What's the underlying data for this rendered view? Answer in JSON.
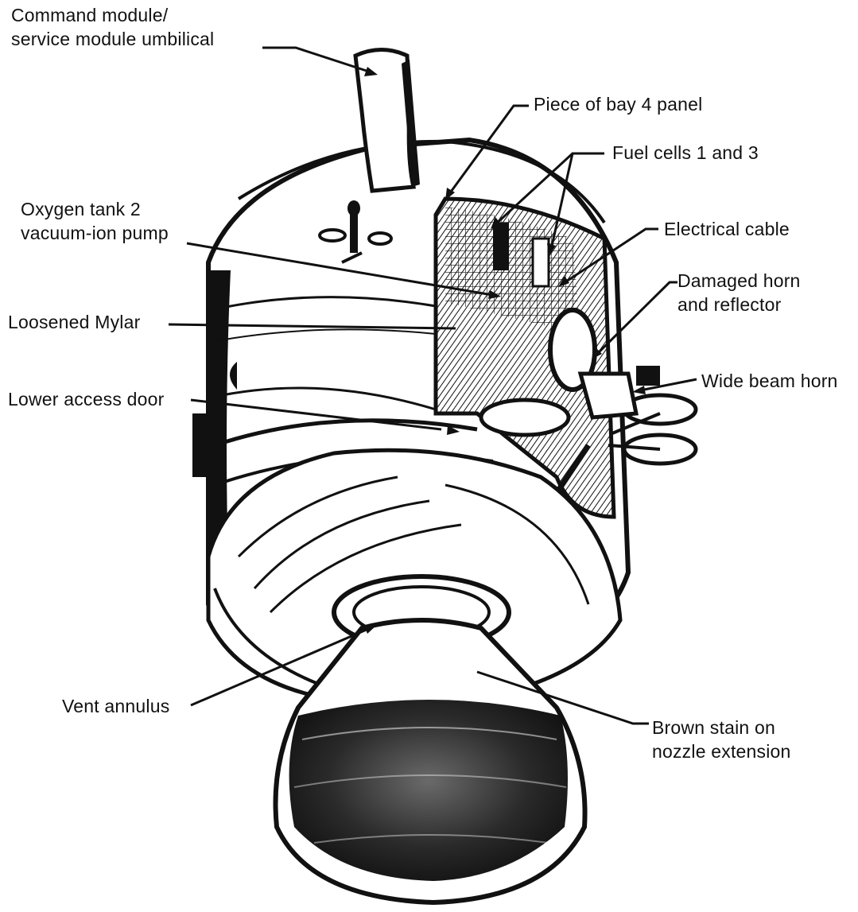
{
  "colors": {
    "ink": "#111111",
    "paper": "#ffffff",
    "shade": "#3a3a3a"
  },
  "labels": {
    "cm_sm_umbilical": {
      "line1": "Command module/",
      "line2": "service module umbilical"
    },
    "bay4_panel": {
      "line1": "Piece of bay 4 panel"
    },
    "fuel_cells": {
      "line1": "Fuel cells 1 and 3"
    },
    "oxygen_pump": {
      "line1": "Oxygen tank 2",
      "line2": "vacuum-ion pump"
    },
    "electrical_cable": {
      "line1": "Electrical cable"
    },
    "damaged_horn": {
      "line1": "Damaged horn",
      "line2": "and reflector"
    },
    "loosened_mylar": {
      "line1": "Loosened Mylar"
    },
    "wide_beam_horn": {
      "line1": "Wide beam horn"
    },
    "lower_access_door": {
      "line1": "Lower access door"
    },
    "vent_annulus": {
      "line1": "Vent annulus"
    },
    "brown_stain": {
      "line1": "Brown stain on",
      "line2": "nozzle extension"
    }
  }
}
